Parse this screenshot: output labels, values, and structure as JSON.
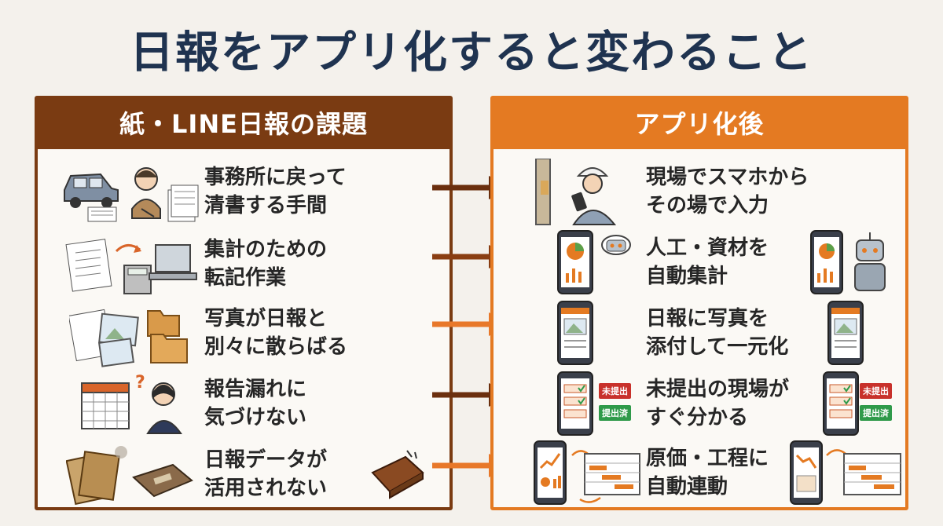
{
  "title": "日報をアプリ化すると変わること",
  "left_panel": {
    "heading": "紙・LINE日報の課題",
    "items": [
      {
        "line1": "事務所に戻って",
        "line2": "清書する手間"
      },
      {
        "line1": "集計のための",
        "line2": "転記作業"
      },
      {
        "line1": "写真が日報と",
        "line2": "別々に散らばる"
      },
      {
        "line1": "報告漏れに",
        "line2": "気づけない"
      },
      {
        "line1": "日報データが",
        "line2": "活用されない"
      }
    ]
  },
  "right_panel": {
    "heading": "アプリ化後",
    "items": [
      {
        "line1": "現場でスマホから",
        "line2": "その場で入力"
      },
      {
        "line1": "人工・資材を",
        "line2": "自動集計"
      },
      {
        "line1": "日報に写真を",
        "line2": "添付して一元化"
      },
      {
        "line1": "未提出の現場が",
        "line2": "すぐ分かる"
      },
      {
        "line1": "原価・工程に",
        "line2": "自動連動"
      }
    ],
    "badges": {
      "unsubmitted": "未提出",
      "submitted": "提出済"
    }
  },
  "colors": {
    "title": "#1f3350",
    "left_accent": "#7a3b12",
    "right_accent": "#e47a22",
    "arrow_dark": "#6b2f0e",
    "arrow_light": "#e8782a",
    "badge_red": "#c8312b",
    "badge_green": "#2f9a4a"
  },
  "icons": [
    "car-icon",
    "worried-man-icon",
    "paper-stack-icon",
    "checklist-icon",
    "calculator-icon",
    "laptop-icon",
    "photo-icon",
    "folder-icon",
    "calendar-icon",
    "confused-woman-icon",
    "old-book-icon",
    "worker-phone-icon",
    "phone-chart-icon",
    "robot-icon",
    "phone-photo-icon",
    "phone-checklist-icon",
    "gantt-chart-icon"
  ]
}
